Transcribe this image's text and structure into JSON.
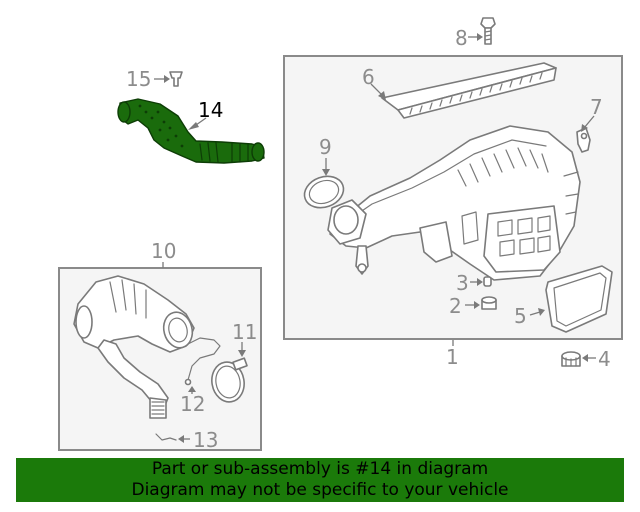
{
  "callouts": {
    "c1": "1",
    "c2": "2",
    "c3": "3",
    "c4": "4",
    "c5": "5",
    "c6": "6",
    "c7": "7",
    "c8": "8",
    "c9": "9",
    "c10": "10",
    "c11": "11",
    "c12": "12",
    "c13": "13",
    "c14": "14",
    "c15": "15"
  },
  "highlighted_part": "14",
  "colors": {
    "highlight": "#1a6b0c",
    "banner_background": "#1b7a0a",
    "line_gray": "#7a7a7a"
  },
  "banner": {
    "line1": "Part or sub-assembly is #14 in diagram",
    "line2": "Diagram may not be specific to your vehicle"
  }
}
